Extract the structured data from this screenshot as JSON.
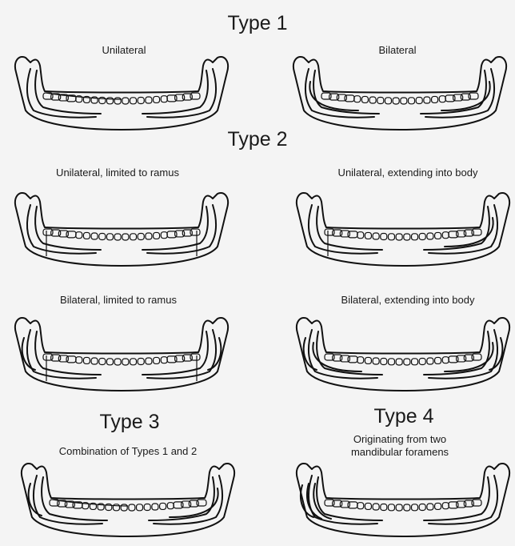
{
  "type1": {
    "title": "Type 1",
    "left_label": "Unilateral",
    "right_label": "Bilateral"
  },
  "type2": {
    "title": "Type 2",
    "a_label": "Unilateral, limited to ramus",
    "b_label": "Unilateral, extending into body",
    "c_label": "Bilateral, limited to ramus",
    "d_label": "Bilateral, extending into body"
  },
  "type3": {
    "title": "Type 3",
    "label": "Combination of Types 1 and 2"
  },
  "type4": {
    "title": "Type 4",
    "label_line1": "Originating from two",
    "label_line2": "mandibular foramens"
  }
}
